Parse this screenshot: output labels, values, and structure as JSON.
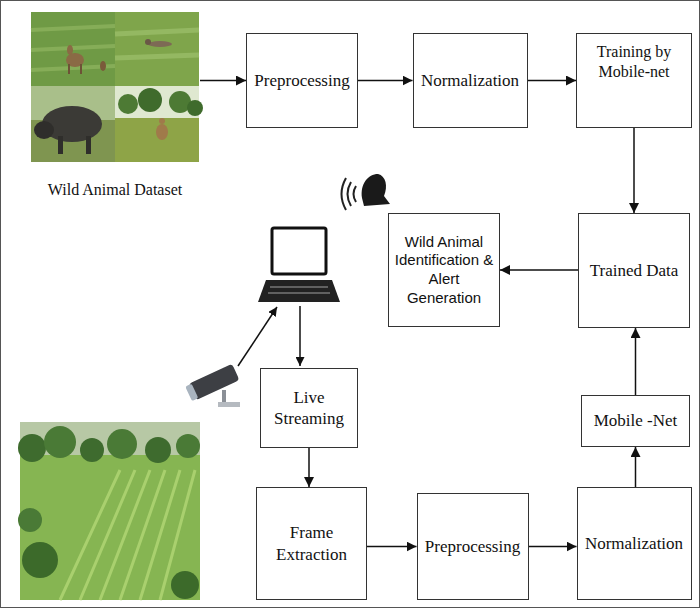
{
  "diagram": {
    "nodes": [
      {
        "text": [
          "Wild Animal Dataset"
        ]
      },
      {
        "text": [
          "Preprocessing"
        ]
      },
      {
        "text": [
          "Normalization"
        ]
      },
      {
        "text": [
          "Training by Mobile-net"
        ]
      },
      {
        "text": [
          "Wild Animal Identification & Alert Generation"
        ]
      },
      {
        "text": [
          "Trained Data"
        ]
      },
      {
        "text": [
          "Live Streaming"
        ]
      },
      {
        "text": [
          "Mobile -Net"
        ]
      },
      {
        "text": [
          "Frame Extraction"
        ]
      },
      {
        "text": [
          "Preprocessing"
        ]
      },
      {
        "text": [
          "Normalization"
        ]
      }
    ],
    "edges": [
      {
        "from": 0,
        "to": 1,
        "arrow": "to"
      },
      {
        "from": 1,
        "to": 2,
        "arrow": "to"
      },
      {
        "from": 2,
        "to": 3,
        "arrow": "to"
      },
      {
        "from": 3,
        "to": 5,
        "arrow": "to"
      },
      {
        "from": 5,
        "to": 4,
        "arrow": "to"
      },
      {
        "from": 6,
        "to": 8,
        "arrow": "to"
      },
      {
        "from": 8,
        "to": 9,
        "arrow": "to"
      },
      {
        "from": 9,
        "to": 10,
        "arrow": "to"
      },
      {
        "from": 10,
        "to": 7,
        "arrow": "to"
      },
      {
        "from": 7,
        "to": 5,
        "arrow": "to"
      }
    ]
  }
}
